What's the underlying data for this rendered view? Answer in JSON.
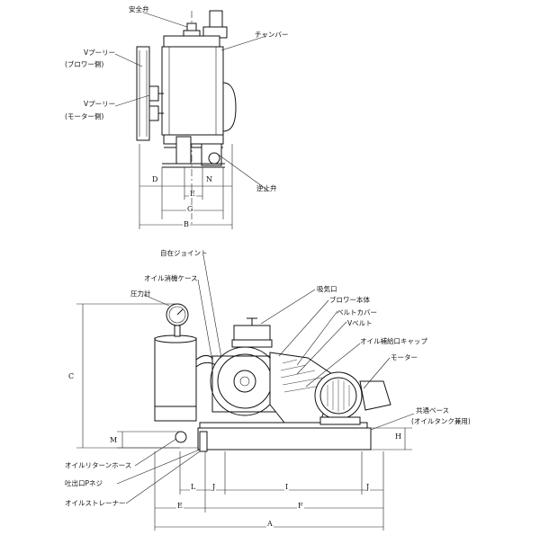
{
  "top_view": {
    "labels": {
      "safety_valve": "安全弁",
      "chamber": "チャンバー",
      "v_pulley_blower": "Vプーリー",
      "v_pulley_blower_sub": "(ブロワー側)",
      "v_pulley_motor": "Vプーリー",
      "v_pulley_motor_sub": "(モーター側)",
      "check_valve": "逆止弁"
    },
    "dims": {
      "D": "D",
      "E": "E",
      "N": "N",
      "G": "G",
      "B": "B"
    }
  },
  "side_view": {
    "labels": {
      "flex_joint": "自在ジョイント",
      "oil_mist_case": "オイル消機ケース",
      "pressure_gauge": "圧力計",
      "intake": "吸気口",
      "blower_body": "ブロワー本体",
      "belt_cover": "ベルトカバー",
      "v_belt": "Vベルト",
      "oil_cap": "オイル補給口キャップ",
      "motor": "モーター",
      "common_base": "共通ベース",
      "common_base_sub": "(オイルタンク兼用)",
      "oil_return_hose": "オイルリターンホース",
      "outlet": "吐出口Pネジ",
      "oil_strainer": "オイルストレーナー"
    },
    "dims": {
      "C": "C",
      "M": "M",
      "H": "H",
      "L": "L",
      "J1": "J",
      "I": "I",
      "J2": "J",
      "E": "E",
      "F": "F",
      "A": "A"
    }
  }
}
